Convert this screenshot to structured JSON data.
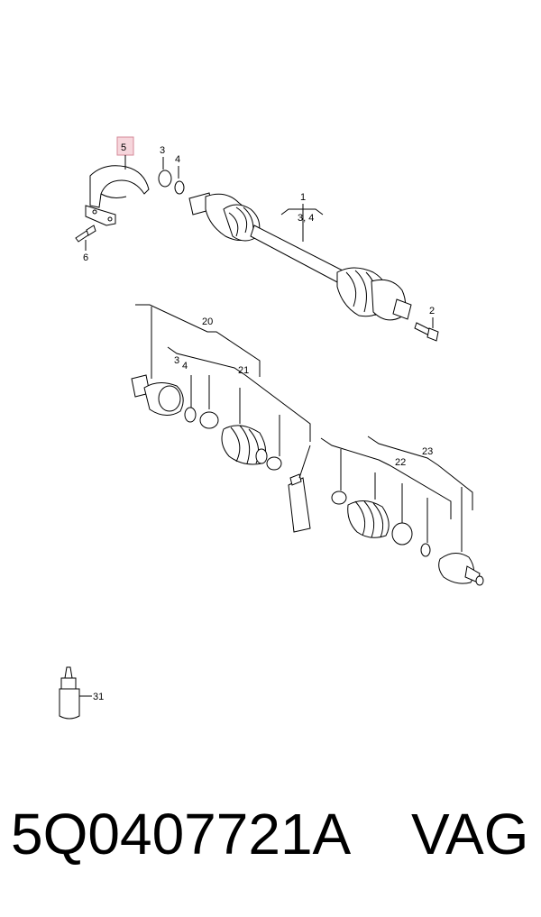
{
  "callouts": {
    "c1": "1",
    "c1_sub": "3, 4",
    "c2": "2",
    "c3a": "3",
    "c4a": "4",
    "c5": "5",
    "c6": "6",
    "c20": "20",
    "c3b": "3",
    "c4b": "4",
    "c21": "21",
    "c22": "22",
    "c23": "23",
    "c31": "31"
  },
  "highlight_color": "#f6d6dc",
  "footer": {
    "part_number": "5Q0407721A",
    "brand": "VAG"
  }
}
